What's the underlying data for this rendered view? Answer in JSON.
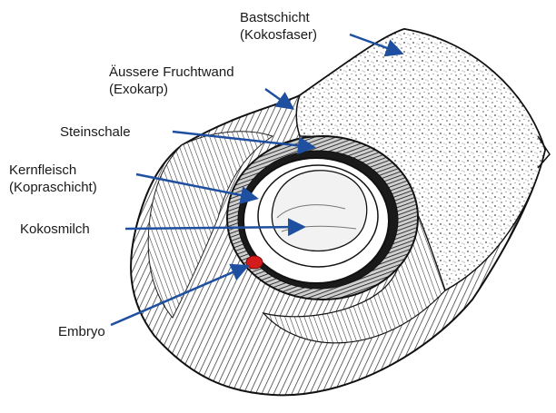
{
  "labels": {
    "bastschicht": {
      "line1": "Bastschicht",
      "line2": "(Kokosfaser)"
    },
    "fruchtwand": {
      "line1": "Äussere Fruchtwand",
      "line2": "(Exokarp)"
    },
    "steinschale": {
      "line1": "Steinschale"
    },
    "kernfleisch": {
      "line1": "Kernfleisch",
      "line2": "(Kopraschicht)"
    },
    "kokosmilch": {
      "line1": "Kokosmilch"
    },
    "embryo": {
      "line1": "Embryo"
    }
  },
  "colors": {
    "arrow": "#1f4fa0",
    "embryo": "#d41c1c",
    "ink": "#1a1a1a"
  }
}
